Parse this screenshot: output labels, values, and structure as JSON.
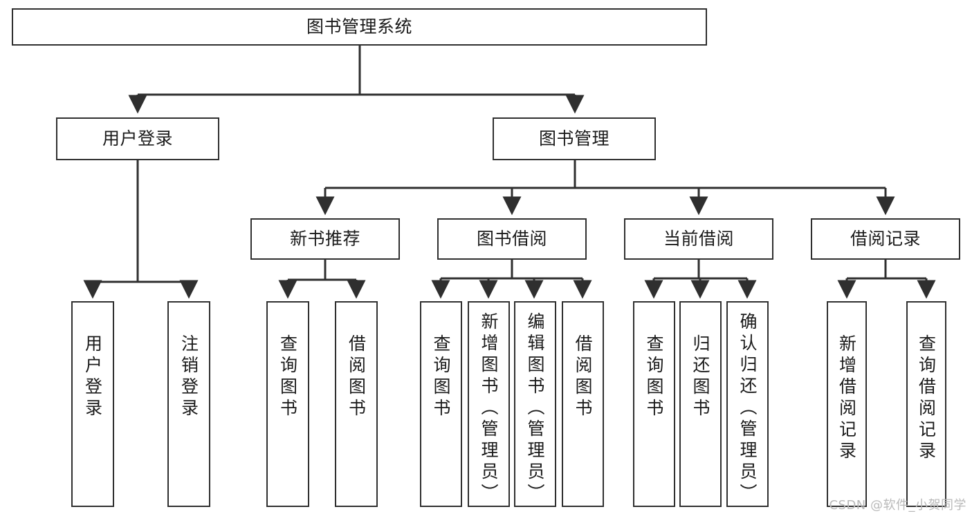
{
  "diagram": {
    "title": "图书管理系统",
    "watermark": "CSDN @软件_小贺同学",
    "line_color": "#2f2f2f",
    "box_fill": "#ffffff",
    "text_color": "#1a1a1a",
    "watermark_color": "#b9b9b9"
  },
  "nodes": {
    "root": {
      "label": "图书管理系统"
    },
    "level2": [
      {
        "label": "用户登录"
      },
      {
        "label": "图书管理"
      }
    ],
    "level3": [
      {
        "label": "新书推荐"
      },
      {
        "label": "图书借阅"
      },
      {
        "label": "当前借阅"
      },
      {
        "label": "借阅记录"
      }
    ],
    "leaves_user_login": [
      {
        "label": "用户登录"
      },
      {
        "label": "注销登录"
      }
    ],
    "leaves_new_book": [
      {
        "label": "查询图书"
      },
      {
        "label": "借阅图书"
      }
    ],
    "leaves_borrow": [
      {
        "label": "查询图书"
      },
      {
        "label": "新增图书（管理员）"
      },
      {
        "label": "编辑图书（管理员）"
      },
      {
        "label": "借阅图书"
      }
    ],
    "leaves_current": [
      {
        "label": "查询图书"
      },
      {
        "label": "归还图书"
      },
      {
        "label": "确认归还（管理员）"
      }
    ],
    "leaves_records": [
      {
        "label": "新增借阅记录"
      },
      {
        "label": "查询借阅记录"
      }
    ]
  },
  "chart_data": {
    "type": "diagram",
    "title": "图书管理系统",
    "tree": {
      "name": "图书管理系统",
      "children": [
        {
          "name": "用户登录",
          "children": [
            {
              "name": "用户登录"
            },
            {
              "name": "注销登录"
            }
          ]
        },
        {
          "name": "图书管理",
          "children": [
            {
              "name": "新书推荐",
              "children": [
                {
                  "name": "查询图书"
                },
                {
                  "name": "借阅图书"
                }
              ]
            },
            {
              "name": "图书借阅",
              "children": [
                {
                  "name": "查询图书"
                },
                {
                  "name": "新增图书（管理员）"
                },
                {
                  "name": "编辑图书（管理员）"
                },
                {
                  "name": "借阅图书"
                }
              ]
            },
            {
              "name": "当前借阅",
              "children": [
                {
                  "name": "查询图书"
                },
                {
                  "name": "归还图书"
                },
                {
                  "name": "确认归还（管理员）"
                }
              ]
            },
            {
              "name": "借阅记录",
              "children": [
                {
                  "name": "新增借阅记录"
                },
                {
                  "name": "查询借阅记录"
                }
              ]
            }
          ]
        }
      ]
    }
  }
}
